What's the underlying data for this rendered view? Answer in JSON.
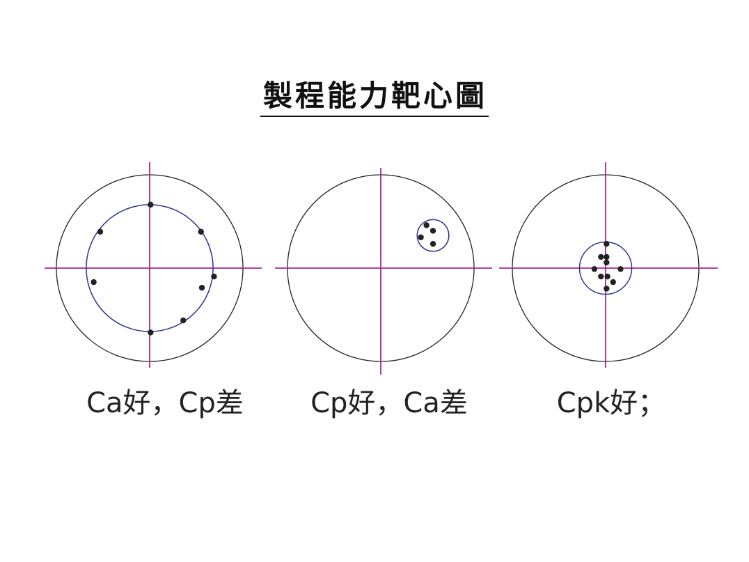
{
  "title": "製程能力靶心圖",
  "colors": {
    "outer_circle": "#222222",
    "spread_circle": "#2e3192",
    "crosshair": "#a3288f",
    "dots": "#222222"
  },
  "targets": [
    {
      "caption": "Ca好，Cp差",
      "center": [
        0,
        0
      ],
      "spread_radius": 0.68,
      "points": [
        [
          0.01,
          0.68
        ],
        [
          -0.53,
          0.39
        ],
        [
          0.55,
          0.39
        ],
        [
          -0.6,
          -0.15
        ],
        [
          0.69,
          -0.09
        ],
        [
          0.56,
          -0.21
        ],
        [
          0.36,
          -0.56
        ],
        [
          0.01,
          -0.69
        ]
      ]
    },
    {
      "caption": "Cp好，Ca差",
      "center": [
        0.56,
        0.35
      ],
      "spread_radius": 0.17,
      "points": [
        [
          0.49,
          0.46
        ],
        [
          0.56,
          0.4
        ],
        [
          0.43,
          0.33
        ],
        [
          0.56,
          0.26
        ]
      ]
    },
    {
      "caption": "Cpk好；",
      "center": [
        0,
        0
      ],
      "spread_radius": 0.28,
      "points": [
        [
          0.01,
          0.26
        ],
        [
          -0.05,
          0.12
        ],
        [
          0.01,
          0.12
        ],
        [
          0.01,
          0.06
        ],
        [
          -0.12,
          -0.01
        ],
        [
          0.16,
          -0.01
        ],
        [
          -0.05,
          -0.09
        ],
        [
          0.02,
          -0.09
        ],
        [
          0.08,
          -0.15
        ],
        [
          0.01,
          -0.22
        ]
      ]
    }
  ]
}
